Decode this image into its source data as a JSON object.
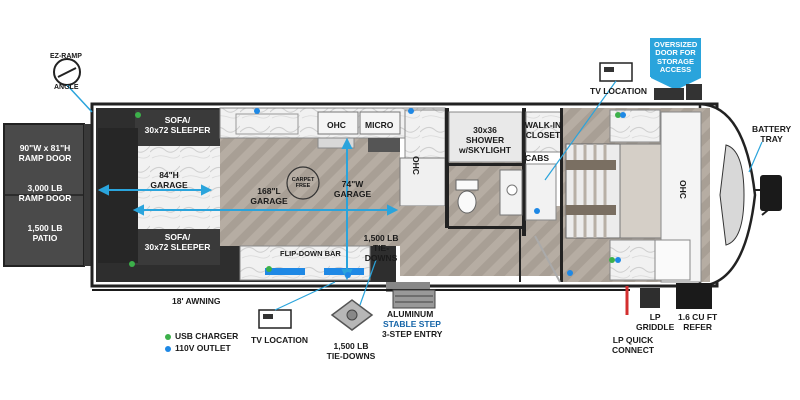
{
  "labels": {
    "ez_ramp": "EZ-RAMP",
    "angle": "ANGLE",
    "ramp_door_size": "90\"W x 81\"H\nRAMP DOOR",
    "ramp_door_weight": "3,000 LB\nRAMP DOOR",
    "patio": "1,500 LB\nPATIO",
    "sofa_top": "SOFA/\n30x72 SLEEPER",
    "sofa_bottom": "SOFA/\n30x72 SLEEPER",
    "garage_height": "84\"H\nGARAGE",
    "garage_length": "168\"L\nGARAGE",
    "garage_width": "74\"W\nGARAGE",
    "carpet_free": "CARPET FREE",
    "ohc_top": "OHC",
    "micro": "MICRO",
    "ohc_side": "OHC",
    "shower": "30x36\nSHOWER\nw/SKYLIGHT",
    "walk_in_closet": "WALK-IN\nCLOSET",
    "cabs": "CABS",
    "ohc_bed": "OHC",
    "tie_downs_interior": "1,500 LB\nTIE-DOWNS",
    "flip_down_bar": "FLIP-DOWN BAR",
    "awning": "18' AWNING",
    "tv_location_top": "TV LOCATION",
    "tv_location_bottom": "TV LOCATION",
    "oversized_door": "OVERSIZED\nDOOR FOR\nSTORAGE\nACCESS",
    "battery_tray": "BATTERY\nTRAY",
    "tie_downs_callout": "1,500 LB\nTIE-DOWNS",
    "aluminum": "ALUMINUM",
    "stable_step": "STABLE STEP",
    "step_entry": "3-STEP ENTRY",
    "lp_quick_connect": "LP QUICK\nCONNECT",
    "lp_griddle": "LP\nGRIDDLE",
    "refer": "1.6 CU FT\nREFER"
  },
  "legend": {
    "usb": "USB CHARGER",
    "outlet": "110V OUTLET"
  },
  "colors": {
    "usb": "#3cb04a",
    "outlet": "#1e88e5",
    "accent_blue": "#2aa4dc",
    "garage_floor": "#e8eef2",
    "wood_floor": "#b4aba1",
    "dark_wall": "#2e2e2e"
  }
}
